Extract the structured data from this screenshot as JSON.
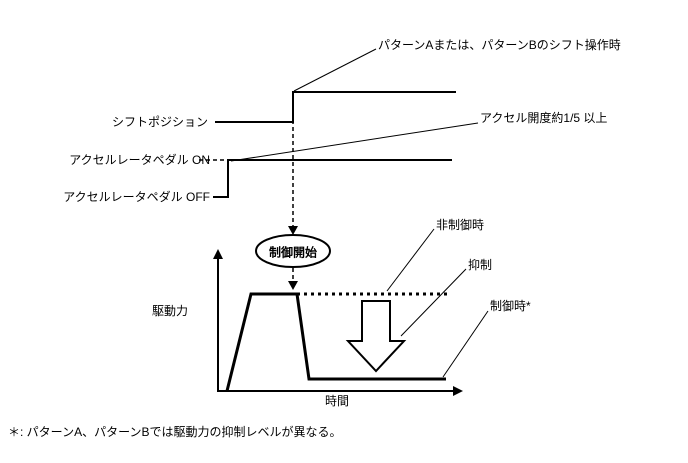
{
  "diagram": {
    "annotations": {
      "shift_pattern": "パターンAまたは、パターンBのシフト操作時",
      "accel_opening": "アクセル開度約1/5 以上",
      "uncontrolled": "非制御時",
      "suppression": "抑制",
      "controlled": "制御時*"
    },
    "signals": {
      "shift_position": "シフトポジション",
      "accel_pedal_on": "アクセルレータペダル ON",
      "accel_pedal_off": "アクセルレータペダル OFF"
    },
    "control_start": "制御開始",
    "axes": {
      "y_label": "駆動力",
      "x_label": "時間"
    },
    "footnote": "＊: パターンA、パターンBでは駆動力の抑制レベルが異なる。",
    "colors": {
      "line": "#000000",
      "background": "#ffffff"
    }
  }
}
